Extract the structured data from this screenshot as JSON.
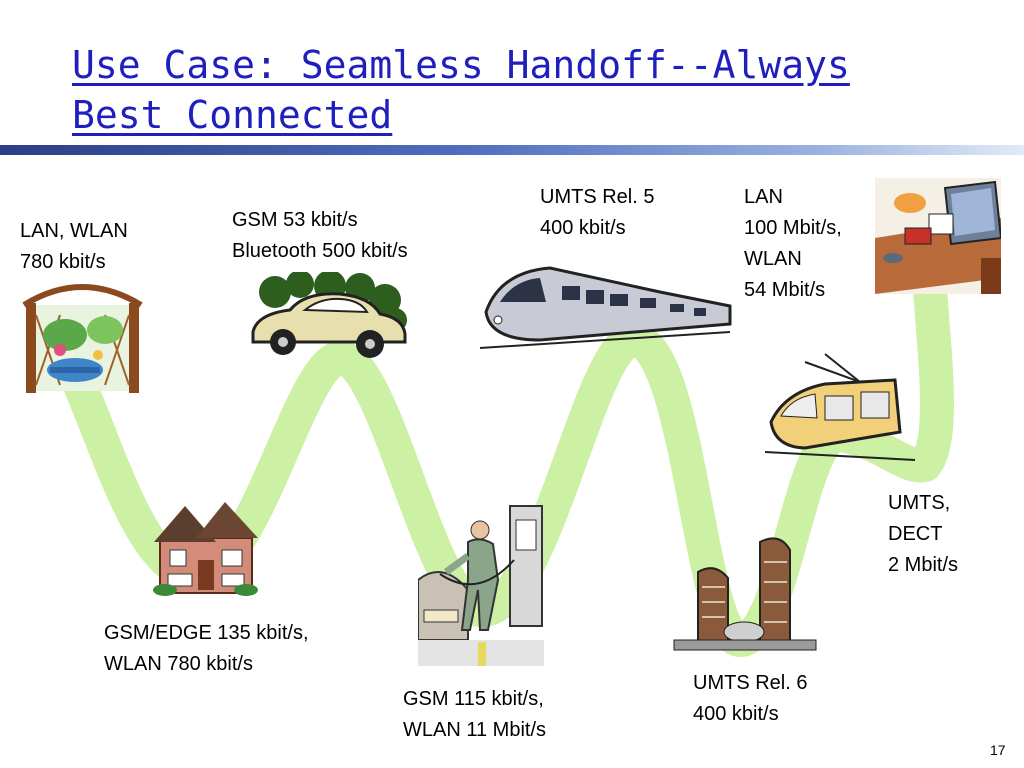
{
  "slide": {
    "title_lines": [
      "Use Case: Seamless Handoff--Always",
      "Best Connected"
    ],
    "slide_number": "17",
    "colors": {
      "title": "#1f1fbd",
      "wave": "#ccf0a4",
      "rule_dark": "#2c3f86",
      "rule_light": "#e2eaf7"
    }
  },
  "stops": {
    "garden": {
      "icon": "garden-arbor-icon",
      "lines": [
        "LAN, WLAN",
        "780 kbit/s"
      ]
    },
    "car": {
      "icon": "car-icon",
      "lines": [
        "GSM 53 kbit/s",
        "Bluetooth 500 kbit/s"
      ]
    },
    "house": {
      "icon": "house-icon",
      "lines": [
        "GSM/EDGE 135 kbit/s,",
        "WLAN 780 kbit/s"
      ]
    },
    "gas": {
      "icon": "gas-station-icon",
      "lines": [
        "GSM 115 kbit/s,",
        "WLAN 11 Mbit/s"
      ]
    },
    "train": {
      "icon": "train-icon",
      "lines": [
        "UMTS Rel. 5",
        "400 kbit/s"
      ]
    },
    "city": {
      "icon": "city-hall-icon",
      "lines": [
        "UMTS Rel. 6",
        "400 kbit/s"
      ]
    },
    "tram": {
      "icon": "tram-icon",
      "lines": [
        "UMTS,",
        "DECT",
        "2 Mbit/s"
      ]
    },
    "office": {
      "icon": "office-desk-icon",
      "lines": [
        "LAN",
        "100 Mbit/s,",
        "WLAN",
        "54 Mbit/s"
      ]
    }
  }
}
